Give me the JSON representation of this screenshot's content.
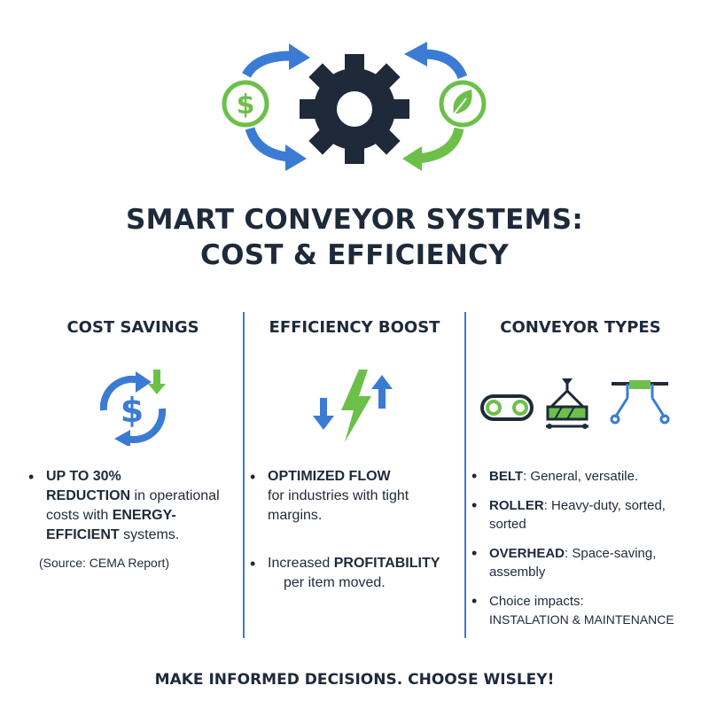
{
  "title": {
    "line1": "SMART CONVEYOR SYSTEMS:",
    "line2": "COST & EFFICIENCY"
  },
  "colors": {
    "navy": "#1e2a3a",
    "blue": "#3b7bd4",
    "green": "#6cc04a"
  },
  "icons": {
    "hero": [
      "dollar-coin-icon",
      "gear-icon",
      "leaf-icon",
      "cycle-arrow-icon"
    ],
    "cost": "dollar-cycle-down-icon",
    "efficiency": "lightning-arrows-icon",
    "types": [
      "belt-conveyor-icon",
      "roller-conveyor-icon",
      "overhead-conveyor-icon"
    ]
  },
  "cost": {
    "heading": "COST SAVINGS",
    "b1_strong1": "UP TO 30%",
    "b1_strong2": "REDUCTION",
    "b1_text1": " in operational costs with ",
    "b1_strong3": "ENERGY-EFFICIENT",
    "b1_text2": " systems.",
    "source": "(Source: CEMA Report)"
  },
  "efficiency": {
    "heading": "EFFICIENCY BOOST",
    "b1_strong": "OPTIMIZED FLOW",
    "b1_text": "for industries with tight margins.",
    "b2_text": "Increased ",
    "b2_strong": "PROFITABILITY",
    "b2_text2": "per item moved."
  },
  "types": {
    "heading": "CONVEYOR TYPES",
    "belt_strong": "BELT",
    "belt_text": ": General, versatile.",
    "roller_strong": "ROLLER",
    "roller_text": ": Heavy-duty, sorted, sorted",
    "overhead_strong": "OVERHEAD",
    "overhead_text": ": Space-saving, assembly",
    "choice_text": "Choice impacts:",
    "choice_caps": "INSTALATION & MAINTENANCE"
  },
  "footer": "MAKE INFORMED DECISIONS. CHOOSE WISLEY!"
}
